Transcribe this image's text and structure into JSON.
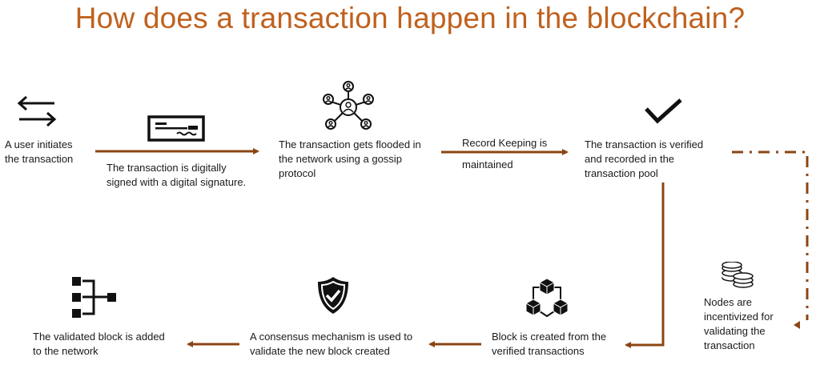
{
  "title": "How does a transaction happen in the blockchain?",
  "colors": {
    "title": "#c0611e",
    "arrow": "#8b4513",
    "text": "#1a1a1a"
  },
  "steps": [
    {
      "id": 1,
      "icon": "swap-arrows-icon",
      "lines": [
        "A user initiates",
        "the transaction"
      ]
    },
    {
      "id": 2,
      "icon": "signed-check-icon",
      "lines": [
        "The transaction is digitally",
        "signed with a digital signature."
      ]
    },
    {
      "id": 3,
      "icon": "network-people-icon",
      "lines": [
        "The transaction gets flooded in",
        "the network using a gossip",
        "protocol"
      ]
    },
    {
      "id": 4,
      "icon": "record-keeping-label",
      "lines": [
        "Record Keeping is",
        "maintained"
      ]
    },
    {
      "id": 5,
      "icon": "checkmark-icon",
      "lines": [
        "The transaction is verified",
        "and recorded in the",
        "transaction pool"
      ]
    },
    {
      "id": 6,
      "icon": "coins-icon",
      "lines": [
        "Nodes are",
        "incentivized for",
        "validating the",
        "transaction"
      ]
    },
    {
      "id": 7,
      "icon": "blocks-icon",
      "lines": [
        "Block is created from the",
        "verified transactions"
      ]
    },
    {
      "id": 8,
      "icon": "shield-check-icon",
      "lines": [
        "A consensus mechanism is used to",
        "validate the new block created"
      ]
    },
    {
      "id": 9,
      "icon": "hierarchy-icon",
      "lines": [
        "The validated block is added",
        "to the network"
      ]
    }
  ]
}
